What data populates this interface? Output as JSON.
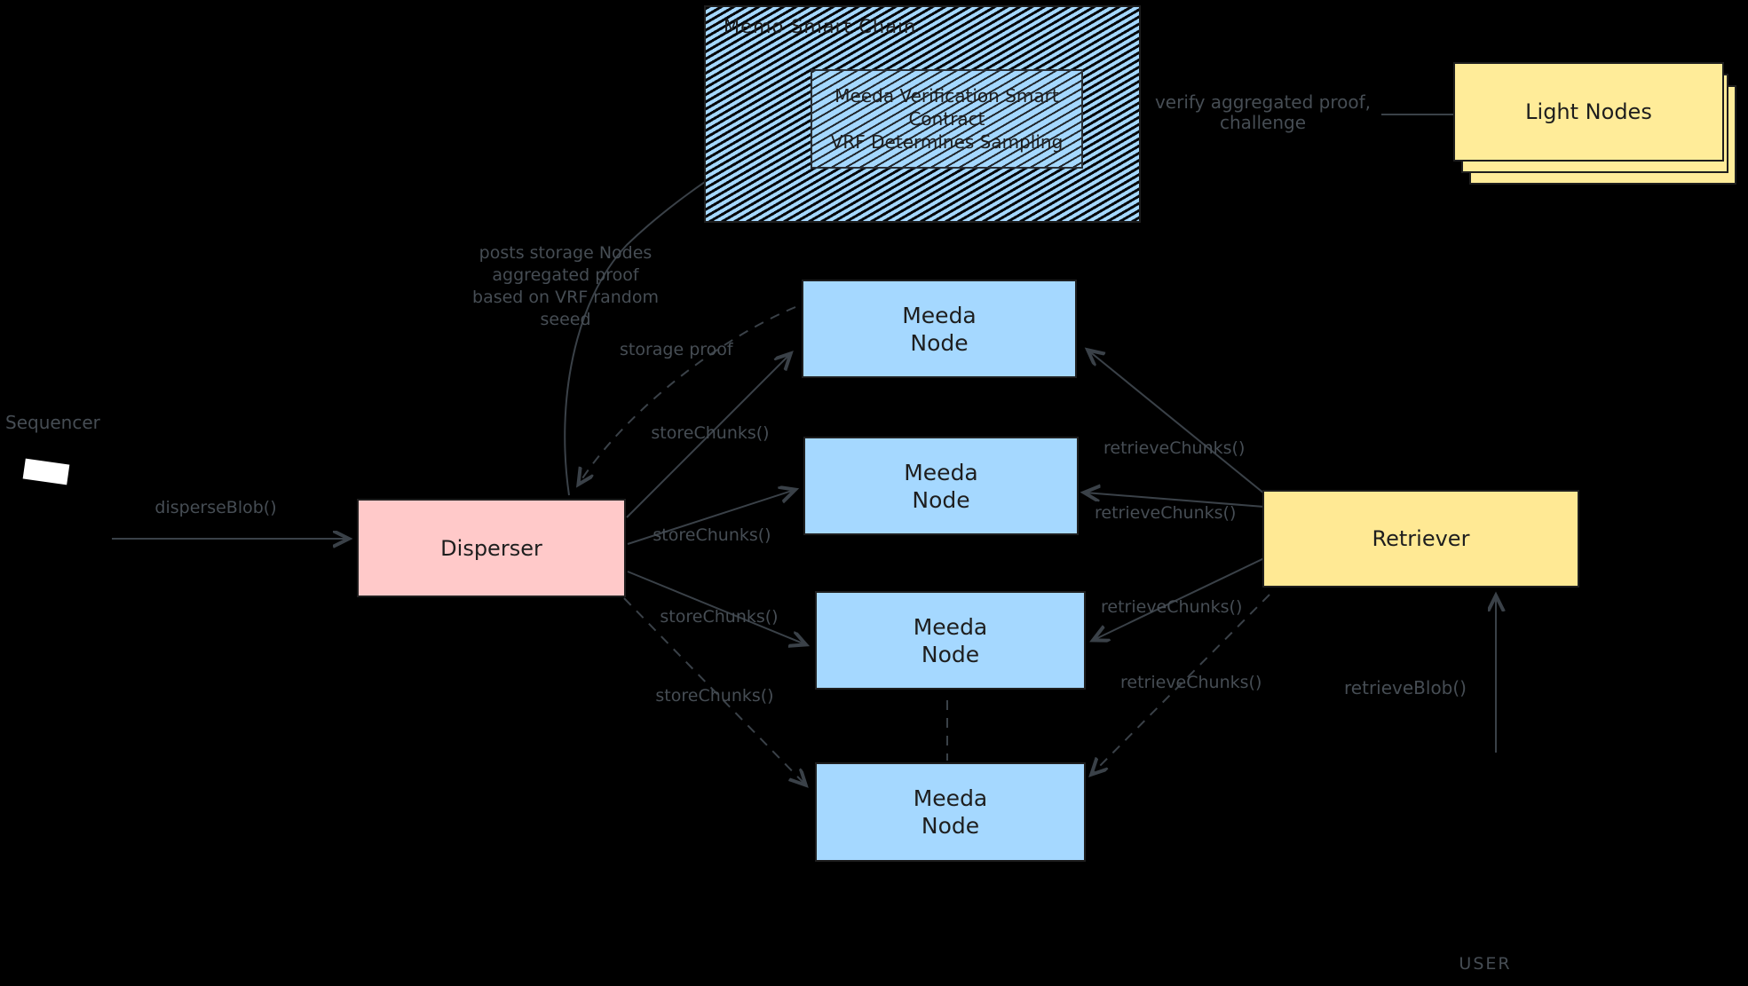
{
  "diagram": {
    "background": "#000000",
    "chain": {
      "title": "Memo Smart Chain",
      "contract_lines": [
        "Meeda Verification Smart",
        "Contract",
        "VRF Determines Sampling"
      ]
    },
    "light_nodes": {
      "label": "Light Nodes"
    },
    "sequencer": {
      "label": "Sequencer"
    },
    "disperser": {
      "label": "Disperser"
    },
    "meeda_node": {
      "line1": "Meeda",
      "line2": "Node"
    },
    "retriever": {
      "label": "Retriever"
    },
    "user": {
      "label": "USER"
    },
    "edge_labels": {
      "disperse_blob": "disperseBlob()",
      "store_chunks": [
        "storeChunks()",
        "storeChunks()",
        "storeChunks()",
        "storeChunks()"
      ],
      "retrieve_chunks": [
        "retrieveChunks()",
        "retrieveChunks()",
        "retrieveChunks()",
        "retrieveChunks()"
      ],
      "storage_proof": "storage proof",
      "posts_proof_lines": [
        "posts storage Nodes",
        "aggregated proof",
        "based on VRF random",
        "seeed"
      ],
      "verify_lines": [
        "verify aggregated proof,",
        "challenge"
      ],
      "retrieve_blob": "retrieveBlob()"
    },
    "colors": {
      "node_blue": "#a5d8ff",
      "disperser_pink": "#ffc9c9",
      "yellow": "#ffec99",
      "label_gray": "#464d54",
      "arrow": "#3a4148",
      "box_text": "#1e1e1e"
    }
  }
}
